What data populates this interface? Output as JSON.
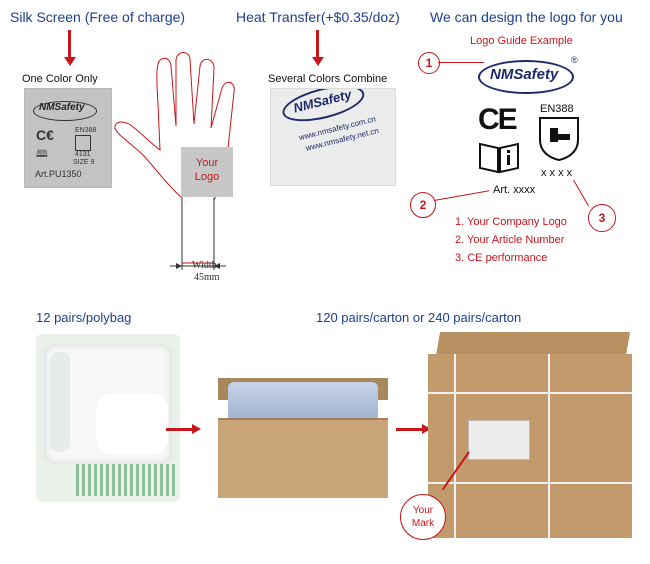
{
  "headers": {
    "silk": "Silk Screen (Free of charge)",
    "heat": "Heat Transfer(+$0.35/doz)",
    "design": "We can design the logo for you"
  },
  "silk": {
    "label": "One Color Only",
    "brand": "NMSafety",
    "en": "EN388",
    "nums": "4131",
    "size": "SIZE 9",
    "art": "Art.PU1350"
  },
  "glove": {
    "logo_line1": "Your",
    "logo_line2": "Logo",
    "width_label": "Width",
    "width_value": "45mm"
  },
  "heat": {
    "label": "Several Colors Combine",
    "brand": "NMSafety",
    "url1": "www.nmsafety.com.cn",
    "url2": "www.nmsafety.net.cn"
  },
  "guide": {
    "title": "Logo Guide Example",
    "brand": "NMSafety",
    "registered": "®",
    "ce": "CE",
    "en": "EN388",
    "xxxx": "x x x x",
    "art": "Art. xxxx",
    "n1": "1",
    "n2": "2",
    "n3": "3",
    "items": [
      "1. Your Company Logo",
      "2. Your Article Number",
      "3. CE performance"
    ]
  },
  "packing": {
    "polybag": "12 pairs/polybag",
    "carton": "120 pairs/carton or 240 pairs/carton",
    "mark_line1": "Your",
    "mark_line2": "Mark"
  },
  "colors": {
    "accent_red": "#c8161d",
    "heading_blue": "#1f3f8f",
    "cardboard": "#c9a478"
  }
}
